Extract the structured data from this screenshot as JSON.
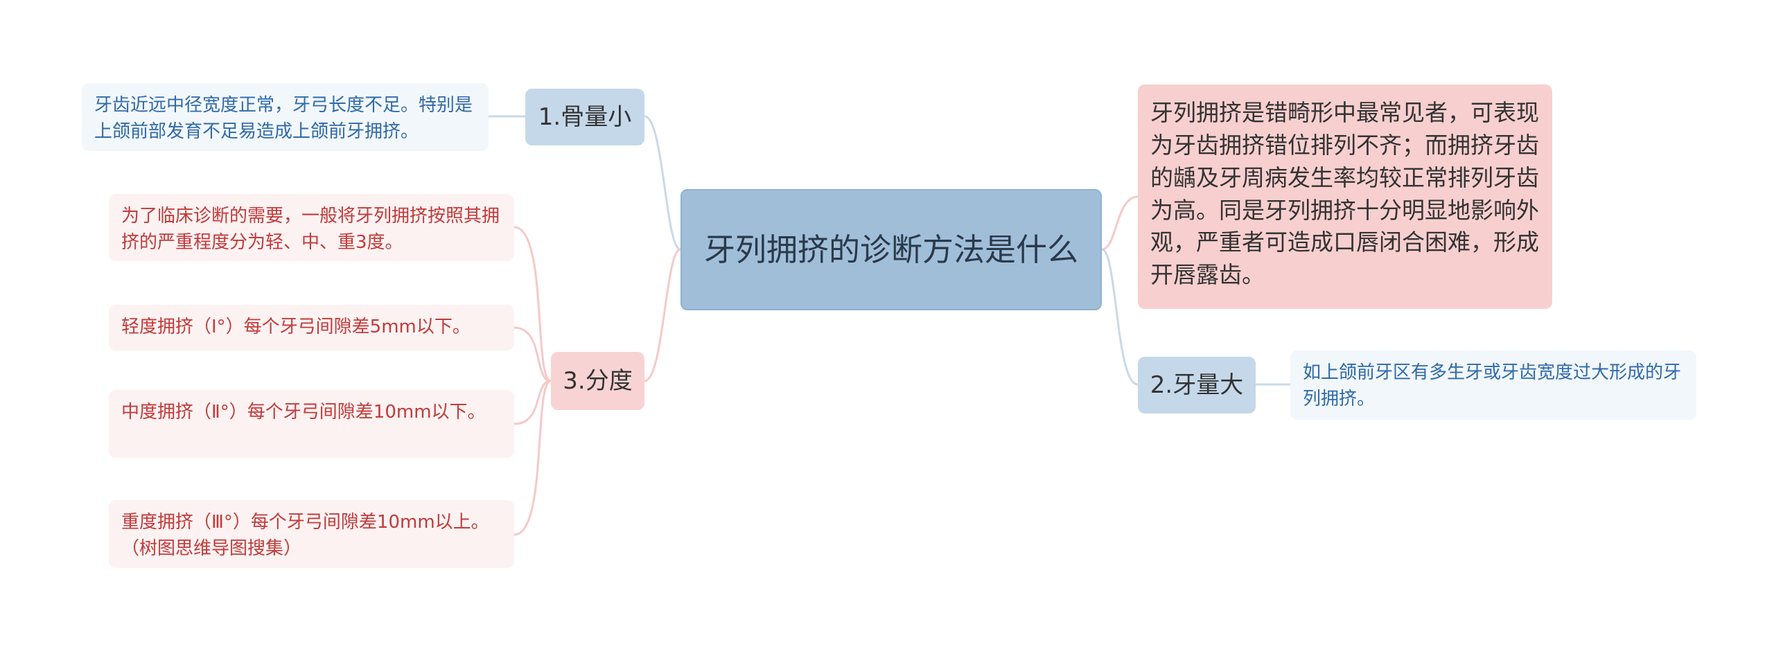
{
  "mindmap": {
    "center": "牙列拥挤的诊断方法是什么",
    "description": "牙列拥挤是错畸形中最常见者，可表现为牙齿拥挤错位排列不齐；而拥挤牙齿的龋及牙周病发生率均较正常排列牙齿为高。同是牙列拥挤十分明显地影响外观，严重者可造成口唇闭合困难，形成开唇露齿。",
    "branch1": {
      "label": "1.骨量小",
      "detail": "牙齿近远中径宽度正常，牙弓长度不足。特别是上颌前部发育不足易造成上颌前牙拥挤。"
    },
    "branch2": {
      "label": "2.牙量大",
      "detail": "如上颌前牙区有多生牙或牙齿宽度过大形成的牙列拥挤。"
    },
    "branch3": {
      "label": "3.分度",
      "items": [
        "为了临床诊断的需要，一般将牙列拥挤按照其拥挤的严重程度分为轻、中、重3度。",
        "轻度拥挤（Ⅰ°）每个牙弓间隙差5mm以下。",
        "中度拥挤（Ⅱ°）每个牙弓间隙差10mm以下。",
        "重度拥挤（Ⅲ°）每个牙弓间隙差10mm以上。（树图思维导图搜集）"
      ]
    }
  },
  "colors": {
    "center_bg": "#a1bed9",
    "blue_branch_bg": "#c5d8ea",
    "pink_branch_bg": "#f8d3d3",
    "blue_leaf_text": "#2f6aa8",
    "pink_leaf_text": "#c23a3a",
    "blue_line": "#c9d9e8",
    "pink_line": "#f5c9c9"
  }
}
